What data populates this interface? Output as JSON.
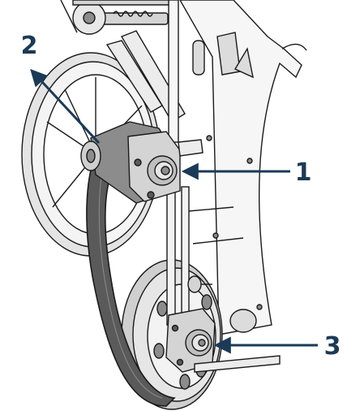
{
  "callouts": [
    {
      "label": "1"
    },
    {
      "label": "2"
    },
    {
      "label": "3"
    }
  ],
  "colors": {
    "line": "#1a1a1a",
    "belt": "#5a5a5a",
    "metal_light": "#f1f1f1",
    "metal_mid": "#d4d4d4",
    "metal_dark": "#8c8c8c",
    "callout": "#1b3a57"
  }
}
